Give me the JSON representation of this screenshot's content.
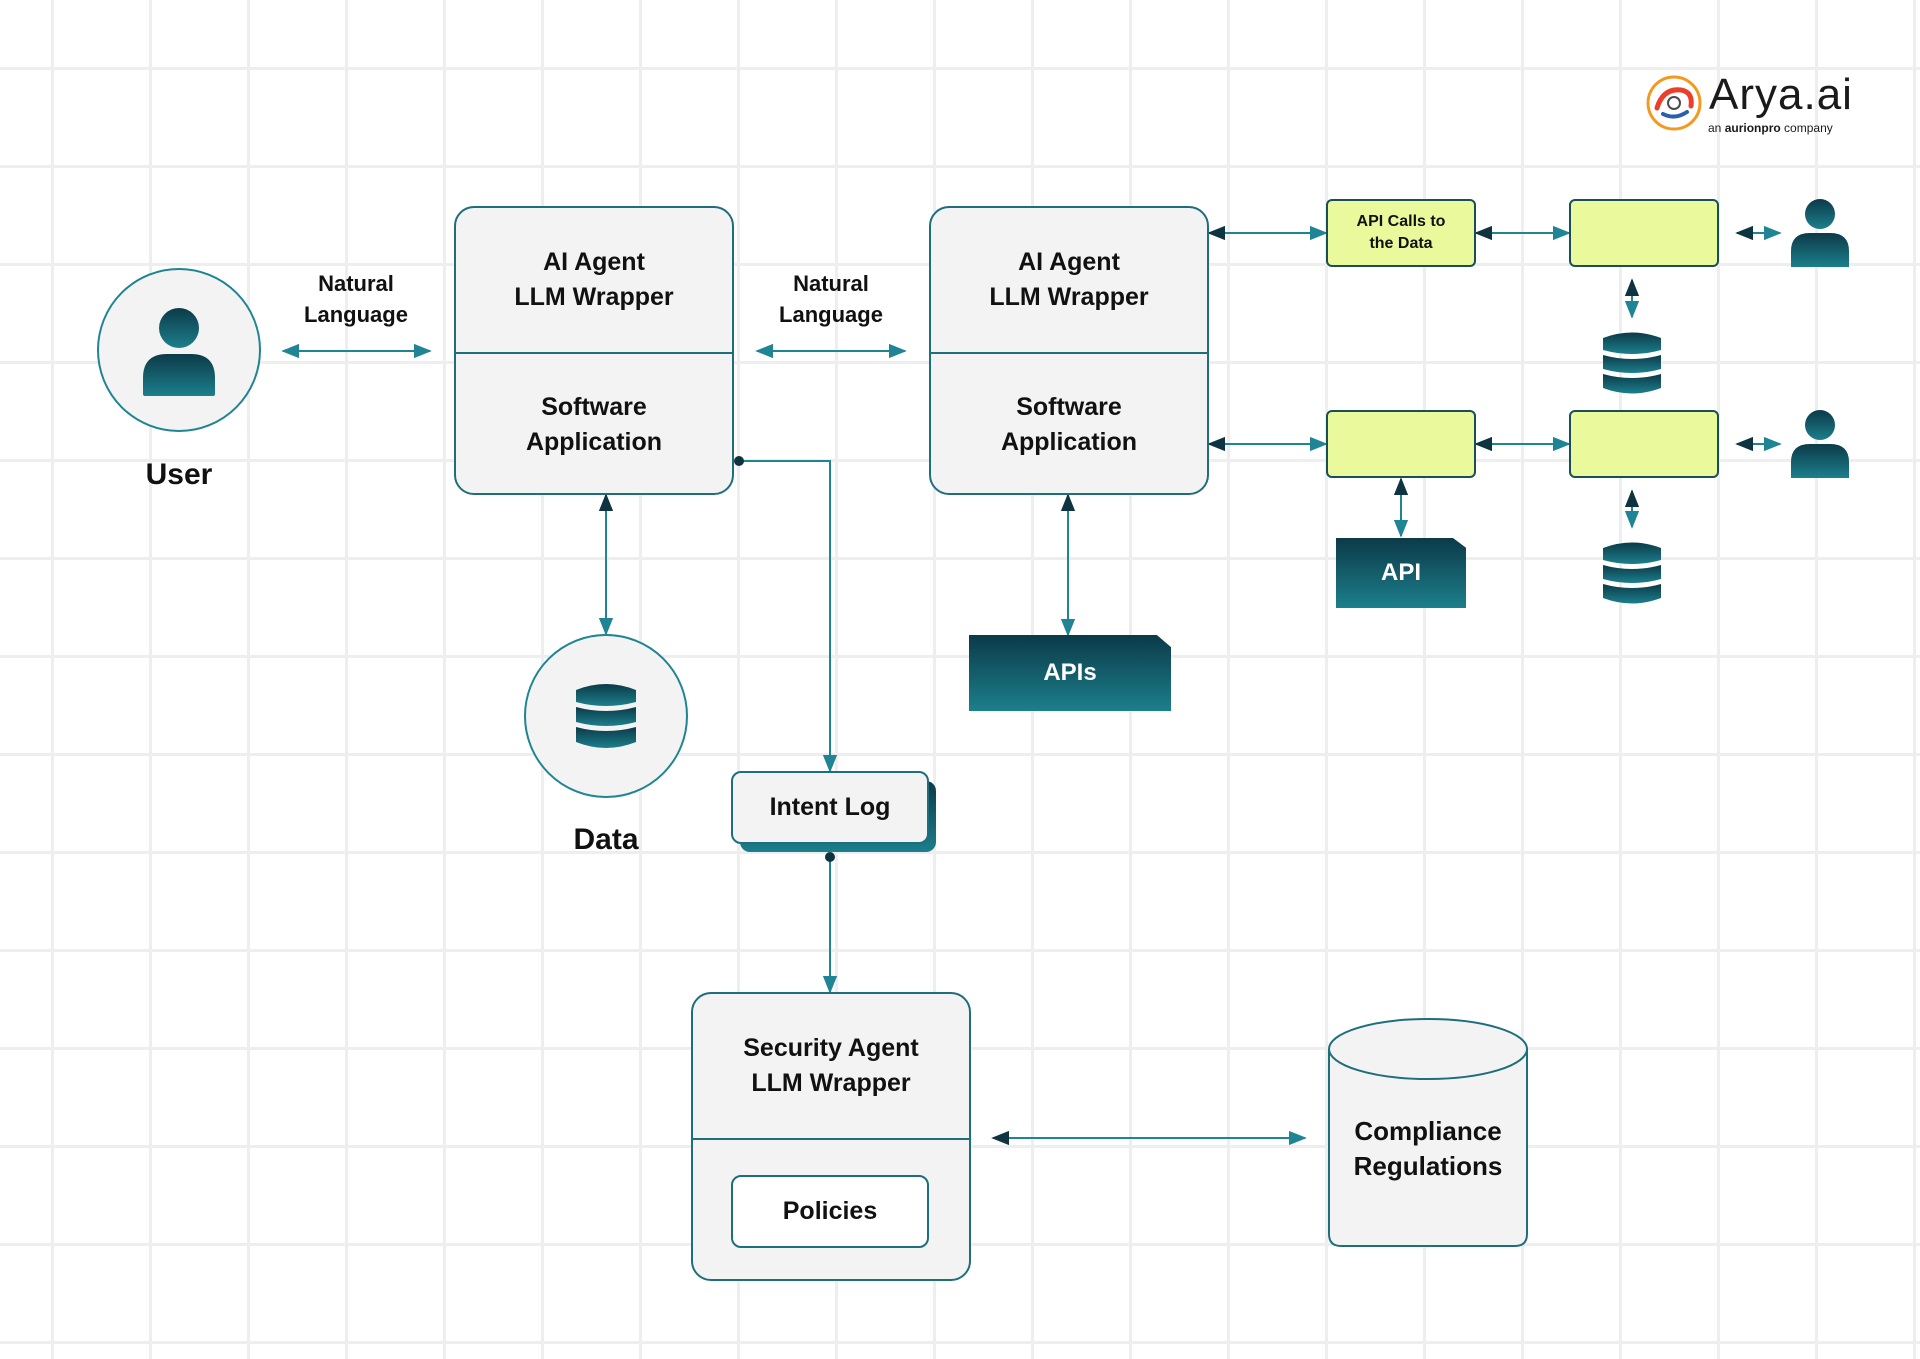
{
  "brand": {
    "logo_text": "Arya.ai",
    "tagline_prefix": "an",
    "tagline_brand": "aurionpro",
    "tagline_suffix": "company"
  },
  "colors": {
    "teal_dark": "#0c3a48",
    "teal_light": "#1c7f8c",
    "border": "#1f6e7c",
    "box_fill": "#f3f3f3",
    "lime": "#eaf99b"
  },
  "user": {
    "label": "User",
    "icon": "user-icon"
  },
  "edges": {
    "user_to_agent1": "Natural\nLanguage",
    "agent1_to_agent2": "Natural\nLanguage"
  },
  "agent1": {
    "top": "AI Agent\nLLM Wrapper",
    "bottom": "Software\nApplication"
  },
  "agent2": {
    "top": "AI Agent\nLLM Wrapper",
    "bottom": "Software\nApplication"
  },
  "data_store": {
    "label": "Data",
    "icon": "database-icon"
  },
  "apis_box": {
    "label": "APIs"
  },
  "intent_log": {
    "label": "Intent Log"
  },
  "security_agent": {
    "top": "Security Agent\nLLM Wrapper",
    "policies": "Policies"
  },
  "compliance": {
    "label": "Compliance\nRegulations"
  },
  "api_calls": {
    "label": "API Calls to\nthe Data"
  },
  "api_box": {
    "label": "API"
  }
}
